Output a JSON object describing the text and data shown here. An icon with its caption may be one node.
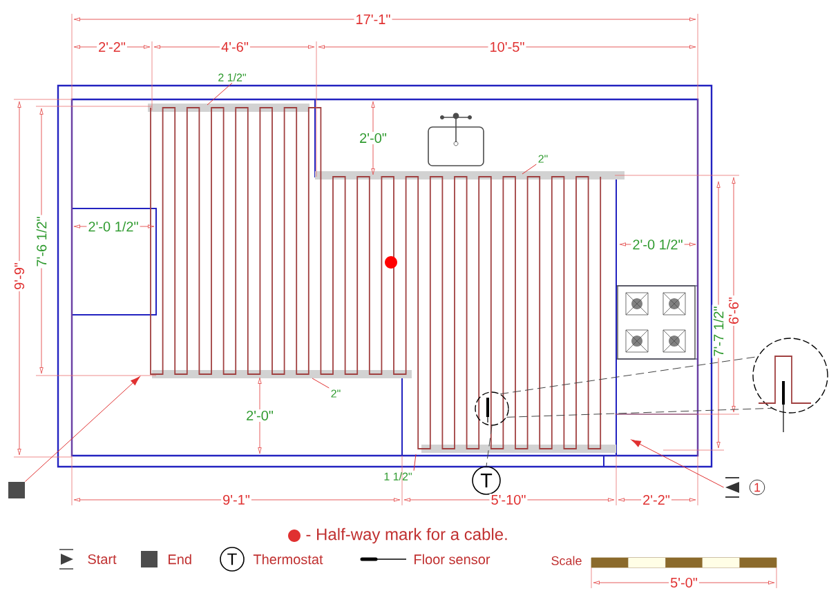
{
  "diagram": {
    "nodes": [
      {
        "text": [],
        "shape": "box"
      },
      {
        "text": [],
        "shape": "triangle",
        "beside": [
          "1"
        ]
      },
      {
        "text": [
          "T"
        ]
      },
      {
        "text": [],
        "shape": "circle"
      },
      {
        "text": [],
        "shape": "circle"
      },
      {
        "text": [
          "2 1/2\""
        ]
      },
      {
        "text": [
          "2\""
        ]
      },
      {
        "text": [
          "2\""
        ]
      },
      {
        "text": [
          "1 1/2\""
        ]
      }
    ],
    "edges": [
      {
        "from": 0,
        "to": null,
        "arrow": "to"
      },
      {
        "from": 1,
        "to": null,
        "arrow": "to"
      },
      {
        "from": 3,
        "to": 4,
        "arrow": "none",
        "style": "dashed",
        "color": "#404040"
      },
      {
        "from": 3,
        "to": 4,
        "arrow": "none",
        "style": "dashed",
        "color": "#404040"
      },
      {
        "from": 3,
        "to": 2,
        "arrow": "none",
        "style": "dashed",
        "color": "#404040"
      },
      {
        "from": 5,
        "to": null,
        "arrow": "none"
      },
      {
        "from": 6,
        "to": null,
        "arrow": "none"
      },
      {
        "from": 7,
        "to": null,
        "arrow": "none"
      },
      {
        "from": 8,
        "to": null,
        "arrow": "none"
      }
    ],
    "labels": [
      "17'-1\"",
      "2'-2\"",
      "4'-6\"",
      "10'-5\"",
      "2'-0\"",
      "9'-9\"",
      "7'-6 1/2\"",
      "2'-0 1/2\"",
      "2'-0 1/2\"",
      "7'-7 1/2\"",
      "6'-6\"",
      "2'-0\"",
      "9'-1\"",
      "5'-10\"",
      "2'-2\"",
      "T",
      "Scale",
      "5'-0\""
    ],
    "legend": [
      {
        "text": "- Half-way mark for a cable."
      },
      {
        "text": "Start"
      },
      {
        "text": "End"
      },
      {
        "text": "Thermostat"
      },
      {
        "text": "Floor sensor"
      }
    ]
  }
}
